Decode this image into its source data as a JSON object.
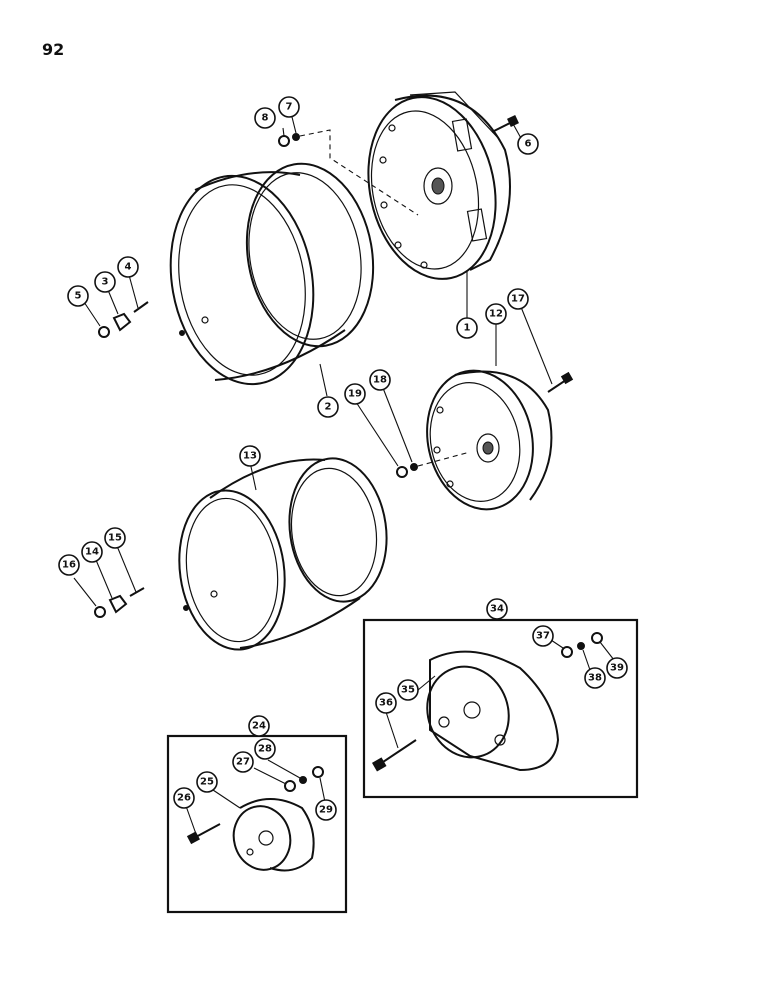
{
  "page": {
    "number": "92"
  },
  "callouts": {
    "c1": "1",
    "c2": "2",
    "c3": "3",
    "c4": "4",
    "c5": "5",
    "c6": "6",
    "c7": "7",
    "c8": "8",
    "c12": "12",
    "c13": "13",
    "c14": "14",
    "c15": "15",
    "c16": "16",
    "c17": "17",
    "c18": "18",
    "c19": "19",
    "c24": "24",
    "c25": "25",
    "c26": "26",
    "c27": "27",
    "c28": "28",
    "c29": "29",
    "c34": "34",
    "c35": "35",
    "c36": "36",
    "c37": "37",
    "c38": "38",
    "c39": "39"
  }
}
